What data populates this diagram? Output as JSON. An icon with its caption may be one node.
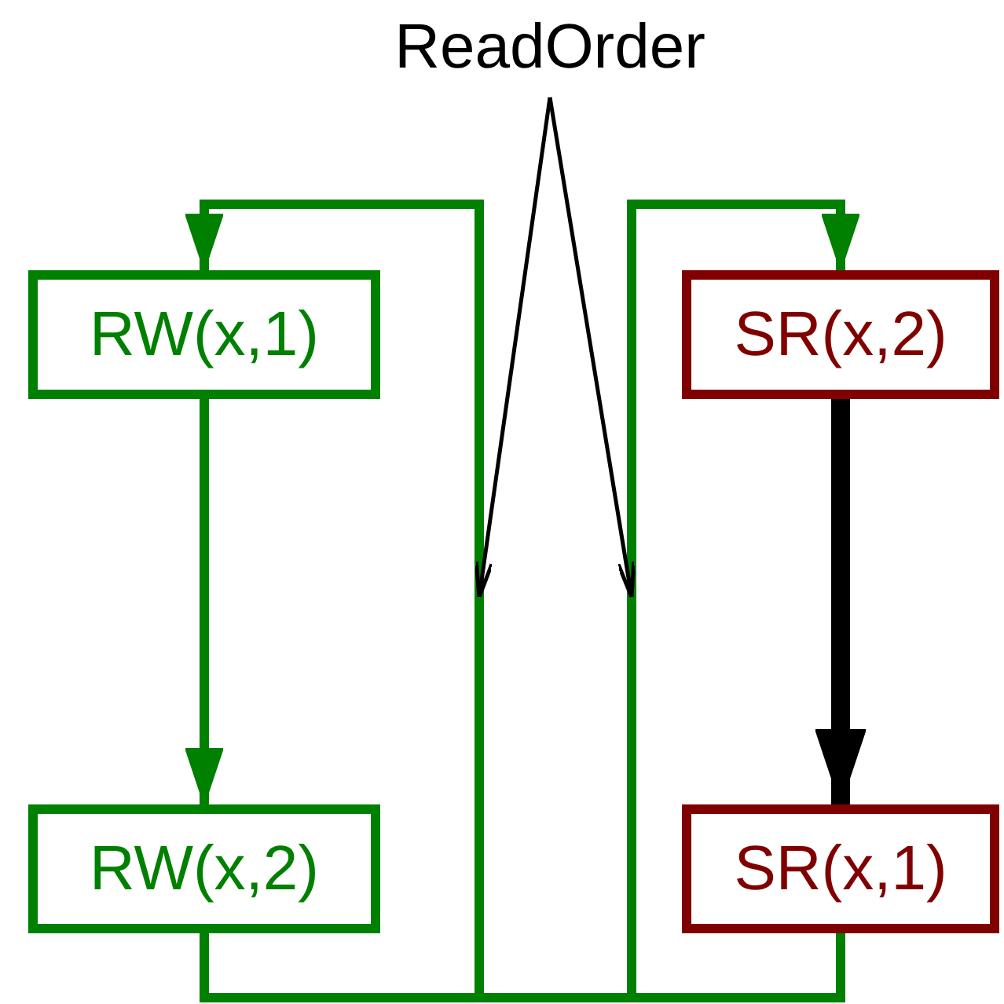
{
  "diagram": {
    "nodes": [
      {
        "text": [
          "ReadOrder"
        ]
      },
      {
        "text": [
          "RW(x,1)"
        ]
      },
      {
        "text": [
          "SR(x,2)"
        ]
      },
      {
        "text": [
          "RW(x,2)"
        ]
      },
      {
        "text": [
          "SR(x,1)"
        ]
      }
    ],
    "edges": [
      {
        "from": 1,
        "to": 3,
        "arrow": "to"
      },
      {
        "from": 2,
        "to": 4,
        "arrow": "to",
        "style": "thick",
        "color": "#000000"
      },
      {
        "from": 3,
        "to": 1,
        "arrow": "to"
      },
      {
        "from": 4,
        "to": 2,
        "arrow": "to"
      },
      {
        "from": 0,
        "to": null,
        "arrow": "to",
        "color": "#000000"
      },
      {
        "from": 0,
        "to": null,
        "arrow": "to",
        "color": "#000000"
      }
    ]
  }
}
